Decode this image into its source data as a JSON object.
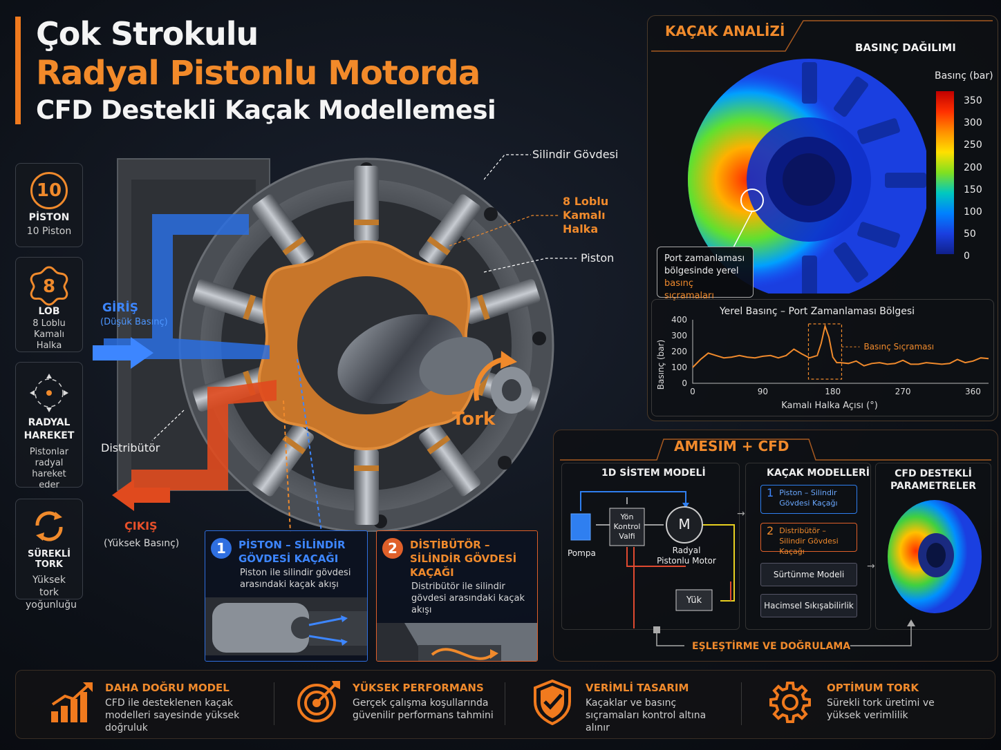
{
  "title": {
    "line1": "Çok Strokulu",
    "line2": "Radyal Pistonlu Motorda",
    "line3": "CFD Destekli Kaçak Modellemesi"
  },
  "sidebar": [
    {
      "value": "10",
      "label": "PİSTON",
      "sub": "10 Piston",
      "icon": "number-ring"
    },
    {
      "value": "8",
      "label": "LOB",
      "sub": "8 Loblu Kamalı Halka",
      "icon": "lobe-ring"
    },
    {
      "label": "RADYAL HAREKET",
      "sub": "Pistonlar radyal hareket eder",
      "icon": "radial-arrows-icon"
    },
    {
      "label": "SÜREKLİ TORK",
      "sub": "Yüksek tork yoğunluğu",
      "icon": "rotation-arrows-icon"
    }
  ],
  "motor": {
    "cylinder_body": "Silindir Gövdesi",
    "cam_ring": "8 Loblu Kamalı Halka",
    "piston": "Piston",
    "distributor": "Distribütör",
    "torque": "Tork",
    "inlet": "GİRİŞ",
    "inlet_sub": "(Düşük Basınç)",
    "outlet": "ÇIKIŞ",
    "outlet_sub": "(Yüksek Basınç)"
  },
  "leaks": [
    {
      "num": "1",
      "title": "PİSTON – SİLİNDİR GÖVDESİ KAÇAĞI",
      "text": "Piston ile silindir gövdesi arasındaki kaçak akışı",
      "color": "#2f6fe0"
    },
    {
      "num": "2",
      "title": "DİSTİBÜTÖR – SİLİNDİR GÖVDESİ KAÇAĞI",
      "text": "Distribütör ile silindir gövdesi arasındaki kaçak akışı",
      "color": "#e0602a"
    }
  ],
  "analysis": {
    "heading": "KAÇAK ANALİZİ",
    "subheading": "BASINÇ DAĞILIMI",
    "colorbar_title": "Basınç (bar)",
    "colorbar_ticks": [
      "350",
      "300",
      "250",
      "200",
      "150",
      "100",
      "50",
      "0"
    ],
    "callout_line1": "Port zamanlaması",
    "callout_line2": "bölgesinde yerel",
    "callout_line3": "basınç sıçramaları"
  },
  "chart_data": {
    "type": "line",
    "title": "Yerel Basınç – Port Zamanlaması Bölgesi",
    "xlabel": "Kamalı Halka Açısı (°)",
    "ylabel": "Basınç (bar)",
    "xlim": [
      0,
      380
    ],
    "ylim": [
      0,
      400
    ],
    "xticks": [
      "0",
      "90",
      "180",
      "270",
      "360"
    ],
    "yticks": [
      "0",
      "100",
      "200",
      "300",
      "400"
    ],
    "annotation": "Basınç Sıçraması",
    "x": [
      0,
      10,
      20,
      30,
      40,
      50,
      60,
      70,
      80,
      90,
      100,
      110,
      120,
      130,
      140,
      150,
      160,
      165,
      170,
      175,
      180,
      185,
      190,
      200,
      210,
      220,
      230,
      240,
      250,
      260,
      270,
      280,
      290,
      300,
      310,
      320,
      330,
      340,
      350,
      360,
      370,
      380
    ],
    "y": [
      100,
      150,
      190,
      175,
      160,
      165,
      175,
      165,
      160,
      170,
      175,
      160,
      175,
      215,
      185,
      160,
      175,
      250,
      360,
      290,
      165,
      130,
      130,
      125,
      140,
      110,
      125,
      130,
      120,
      125,
      145,
      120,
      120,
      130,
      125,
      120,
      125,
      150,
      130,
      140,
      160,
      155
    ]
  },
  "amesim": {
    "heading": "AMESIM + CFD",
    "col1_title": "1D SİSTEM MODELİ",
    "col2_title": "KAÇAK MODELLERİ",
    "col3_title": "CFD DESTEKLİ PARAMETRELER",
    "pump": "Pompa",
    "valve": "Yön Kontrol Valfi",
    "motor_symbol": "M",
    "motor_label": "Radyal Pistonlu Motor",
    "load": "Yük",
    "model1": "Piston – Silindir Gövdesi Kaçağı",
    "model2": "Distribütör – Silindir Gövdesi Kaçağı",
    "model3": "Sürtünme Modeli",
    "model4": "Hacimsel Sıkışabilirlik",
    "footer": "EŞLEŞTİRME VE DOĞRULAMA"
  },
  "bottom": [
    {
      "title": "DAHA DOĞRU MODEL",
      "text": "CFD ile desteklenen kaçak modelleri sayesinde yüksek doğruluk",
      "icon": "bar-growth-icon"
    },
    {
      "title": "YÜKSEK PERFORMANS",
      "text": "Gerçek çalışma koşullarında güvenilir performans tahmini",
      "icon": "target-icon"
    },
    {
      "title": "VERİMLİ TASARIM",
      "text": "Kaçaklar ve basınç sıçramaları kontrol altına alınır",
      "icon": "shield-check-icon"
    },
    {
      "title": "OPTİMUM TORK",
      "text": "Sürekli tork üretimi ve yüksek verimlilik",
      "icon": "gear-icon"
    }
  ],
  "colors": {
    "accent": "#f08a2c",
    "blue": "#2f6fe0",
    "red": "#e0602a"
  }
}
